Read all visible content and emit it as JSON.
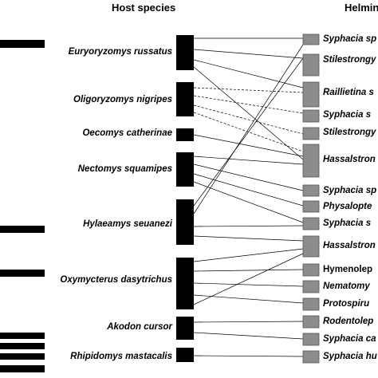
{
  "headers": {
    "host": "Host species",
    "helminth": "Helmin"
  },
  "colors": {
    "host_bar": "#000000",
    "helminth_box": "#8c8c8c",
    "line": "#000000"
  },
  "hosts": [
    {
      "name": "Euryoryzomys russatus"
    },
    {
      "name": "Oligoryzomys nigripes"
    },
    {
      "name": "Oecomys catherinae"
    },
    {
      "name": "Nectomys squamipes"
    },
    {
      "name": "Hylaeamys seuanezi"
    },
    {
      "name": "Oxymycterus dasytrichus"
    },
    {
      "name": "Akodon cursor"
    },
    {
      "name": "Rhipidomys mastacalis"
    }
  ],
  "helminths": [
    {
      "name": "Syphacia sp",
      "italic": true
    },
    {
      "name": "Stilestrongy",
      "italic": true
    },
    {
      "name": "Raillietina s",
      "italic": true
    },
    {
      "name": "Syphacia s",
      "italic": true
    },
    {
      "name": "Stilestrongy",
      "italic": true
    },
    {
      "name": "Hassalstron",
      "italic": true
    },
    {
      "name": "Syphacia sp",
      "italic": true
    },
    {
      "name": "Physalopte",
      "italic": true
    },
    {
      "name": "Syphacia s",
      "italic": true
    },
    {
      "name": "Hassalstron",
      "italic": true
    },
    {
      "name": "Hymenolep",
      "italic": false
    },
    {
      "name": "Nematomy",
      "italic": true
    },
    {
      "name": "Protospiru",
      "italic": true
    },
    {
      "name": "Rodentolep",
      "italic": true
    },
    {
      "name": "Syphacia ca",
      "italic": true
    },
    {
      "name": "Syphacia hu",
      "italic": true
    }
  ]
}
